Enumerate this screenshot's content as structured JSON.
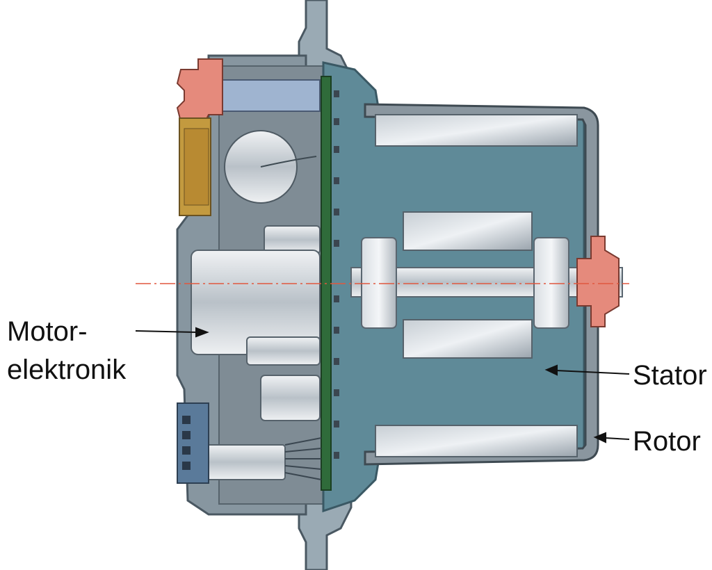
{
  "labels": {
    "motor_line1": "Motor-",
    "motor_line2": "elektronik",
    "stator": "Stator",
    "rotor": "Rotor"
  },
  "colors": {
    "housing": "#9aaab4",
    "housing_dark": "#5e6e78",
    "stator_fill": "#5f8a98",
    "pcb": "#2f6b3a",
    "connector_pink": "#e58a7c",
    "connector_gold": "#c39a3f",
    "connector_blue": "#5a7a9a",
    "axis_line": "#e0573e"
  }
}
